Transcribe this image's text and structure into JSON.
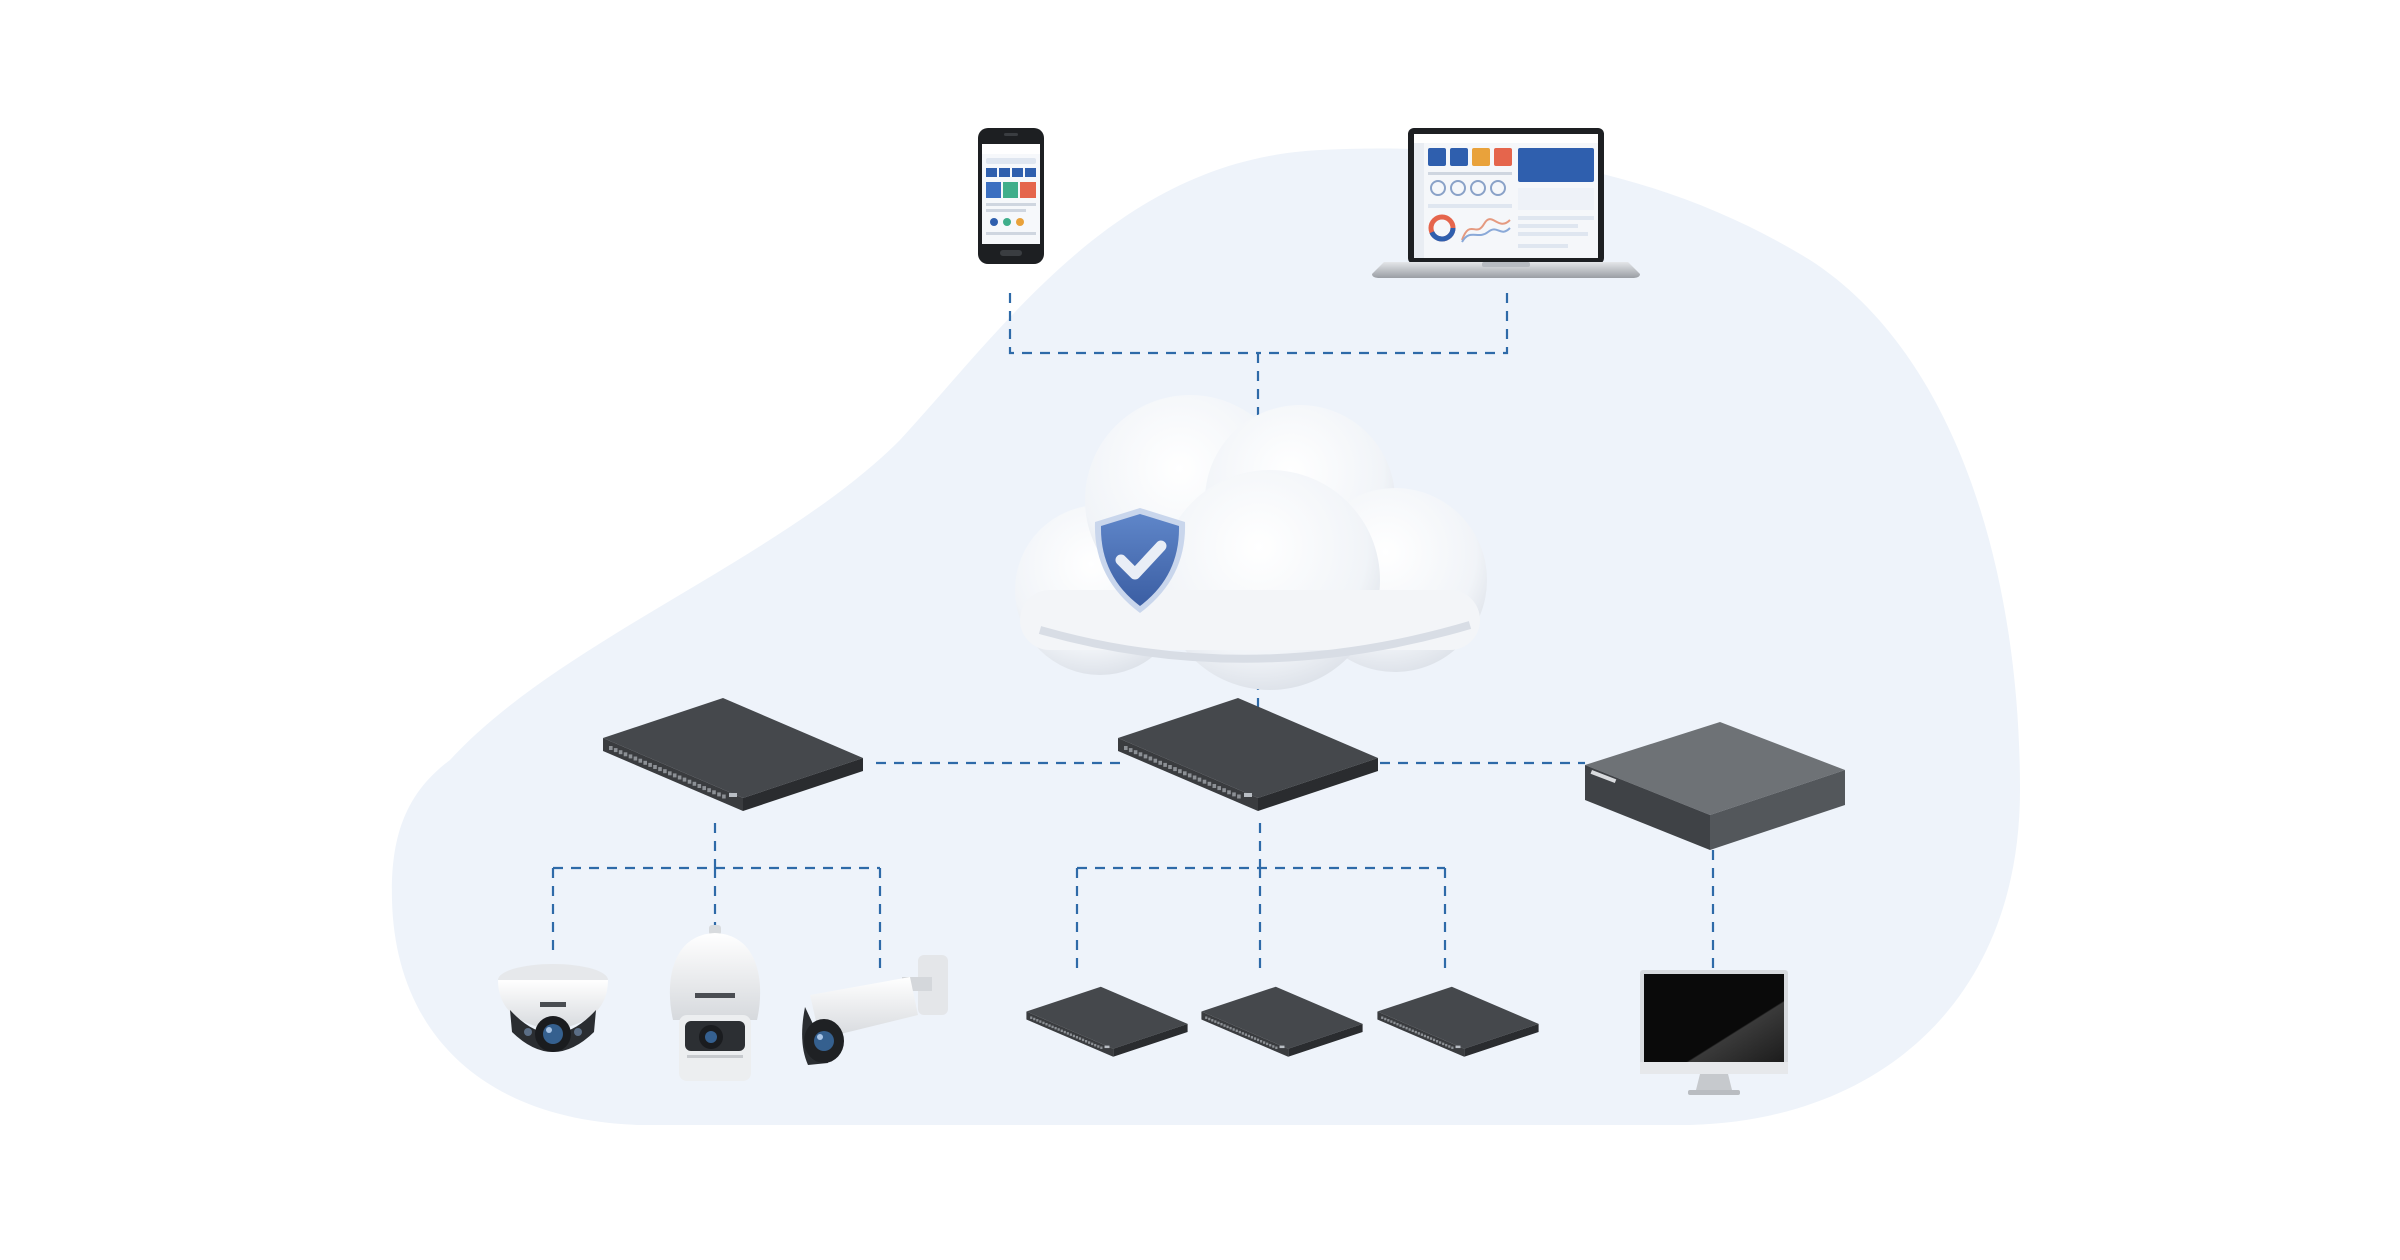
{
  "diagram": {
    "colors": {
      "blob": "#eef3fa",
      "connector": "#2e6aa8",
      "switch_body": "#3a3c3f",
      "switch_top": "#45484c",
      "nvr_body": "#5e6266",
      "shield": "#4c6fb0",
      "accent_blue": "#2f5fae"
    },
    "nodes": [
      {
        "id": "phone",
        "icon": "smartphone-icon"
      },
      {
        "id": "laptop",
        "icon": "laptop-icon"
      },
      {
        "id": "cloud",
        "icon": "cloud-shield-icon"
      },
      {
        "id": "switch-left",
        "icon": "network-switch-icon"
      },
      {
        "id": "switch-center",
        "icon": "network-switch-icon"
      },
      {
        "id": "nvr",
        "icon": "nvr-recorder-icon"
      },
      {
        "id": "dome-camera",
        "icon": "dome-camera-icon"
      },
      {
        "id": "ptz-camera",
        "icon": "ptz-camera-icon"
      },
      {
        "id": "bullet-camera",
        "icon": "bullet-camera-icon"
      },
      {
        "id": "switch-small-1",
        "icon": "network-switch-icon"
      },
      {
        "id": "switch-small-2",
        "icon": "network-switch-icon"
      },
      {
        "id": "switch-small-3",
        "icon": "network-switch-icon"
      },
      {
        "id": "monitor",
        "icon": "monitor-icon"
      }
    ],
    "links": [
      [
        "phone",
        "cloud"
      ],
      [
        "laptop",
        "cloud"
      ],
      [
        "cloud",
        "switch-center"
      ],
      [
        "switch-center",
        "switch-left"
      ],
      [
        "switch-center",
        "nvr"
      ],
      [
        "switch-left",
        "dome-camera"
      ],
      [
        "switch-left",
        "ptz-camera"
      ],
      [
        "switch-left",
        "bullet-camera"
      ],
      [
        "switch-center",
        "switch-small-1"
      ],
      [
        "switch-center",
        "switch-small-2"
      ],
      [
        "switch-center",
        "switch-small-3"
      ],
      [
        "nvr",
        "monitor"
      ]
    ]
  }
}
